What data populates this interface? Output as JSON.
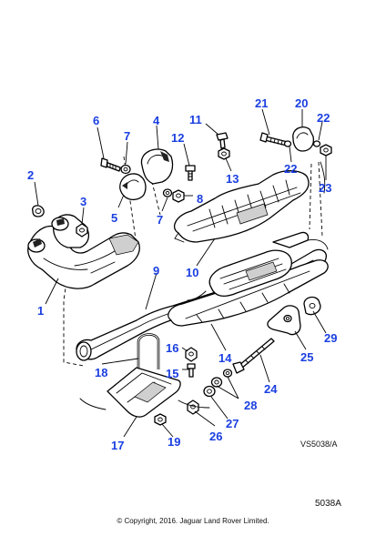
{
  "colors": {
    "callout": "#1a3fe0",
    "ink": "#000000"
  },
  "diagram": {
    "callouts": [
      "1",
      "2",
      "3",
      "4",
      "5",
      "6",
      "7",
      "7",
      "8",
      "9",
      "10",
      "11",
      "12",
      "13",
      "14",
      "15",
      "16",
      "17",
      "18",
      "19",
      "20",
      "21",
      "22",
      "22",
      "23",
      "24",
      "25",
      "26",
      "27",
      "28",
      "29"
    ],
    "reference_code": "VS5038/A",
    "figure_number": "5038A",
    "copyright": "© Copyright, 2016. Jaguar Land Rover Limited."
  }
}
